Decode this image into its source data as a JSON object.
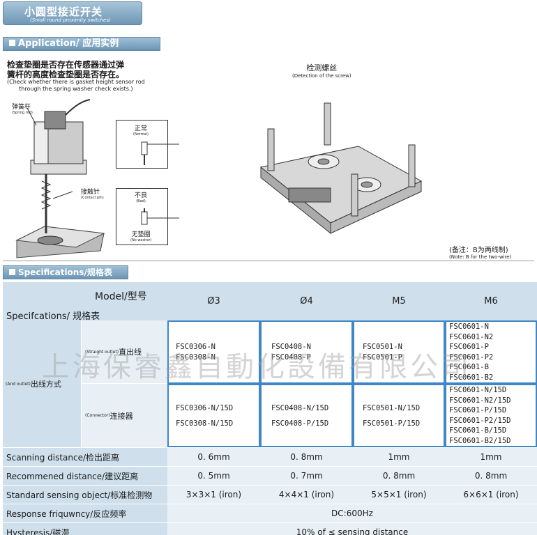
{
  "header": {
    "title_cn": "小圆型接近开关",
    "title_en": "(Small round proximity switches)"
  },
  "application": {
    "section_label": "Application/ 应用实例",
    "desc_cn_line1": "检查垫圈是否存在传感器通过弹",
    "desc_cn_line2": "簧杆的高度检查垫圈是否存在。",
    "desc_en_line1": "(Check whether there is gasket height sensor rod",
    "desc_en_line2": "through the spring washer check exists.)",
    "spring_rod_cn": "弹簧杆",
    "spring_rod_en": "(Spring rod)",
    "contact_pin_cn": "接触针",
    "contact_pin_en": "(Contact pin)",
    "normal_cn": "正常",
    "normal_en": "(Normal)",
    "bad_cn": "不良",
    "bad_en": "(Bad)",
    "no_washer_cn": "无垫圈",
    "no_washer_en": "(No washer)",
    "screw_cn": "检测螺丝",
    "screw_en": "(Detection of the screw)",
    "note_cn": "(备注：B为两线制)",
    "note_en": "(Note: B for the two-wire)"
  },
  "specs": {
    "section_label": "Specifications/规格表",
    "model_label": "Model/型号",
    "spec_label": "Specifcations/  规格表",
    "columns": [
      "Ø3",
      "Ø4",
      "M5",
      "M6"
    ],
    "outlet_label_en": "(And outlet)",
    "outlet_label_cn": "出线方式",
    "straight_en": "(Straight outlet)",
    "straight_cn": "直出线",
    "connector_en": "(Connector)",
    "connector_cn": "连接器",
    "straight_models": [
      [
        "FSC0306-N",
        "FSC0308-N"
      ],
      [
        "FSC0408-N",
        "FSC0408-P"
      ],
      [
        "FSC0501-N",
        "FSC0501-P"
      ],
      [
        "FSC0601-N",
        "FSC0601-N2",
        "FSC0601-P",
        "FSC0601-P2",
        "FSC0601-B",
        "FSC0601-B2"
      ]
    ],
    "connector_models": [
      [
        "FSC0306-N/15D",
        "FSC0308-N/15D"
      ],
      [
        "FSC0408-N/15D",
        "FSC0408-P/15D"
      ],
      [
        "FSC0501-N/15D",
        "FSC0501-P/15D"
      ],
      [
        "FSC0601-N/15D",
        "FSC0601-N2/15D",
        "FSC0601-P/15D",
        "FSC0601-P2/15D",
        "FSC0601-B/15D",
        "FSC0601-B2/15D"
      ]
    ],
    "rows": [
      {
        "label": "Scanning  distance/检出距离",
        "values": [
          "0. 6mm",
          "0. 8mm",
          "1mm",
          "1mm"
        ]
      },
      {
        "label": "Recommened distance/建议距离",
        "values": [
          "0. 5mm",
          "0. 7mm",
          "0. 8mm",
          "0. 8mm"
        ]
      },
      {
        "label": "Standard sensing object/标准检测物",
        "values": [
          "3×3×1 (iron)",
          "4×4×1 (iron)",
          "5×5×1 (iron)",
          "6×6×1 (iron)"
        ]
      },
      {
        "label": "Response friquwncy/反应频率",
        "span_value": "DC:600Hz"
      },
      {
        "label": "Hysteresis/磁滞",
        "span_value": "10% of ≤ sensing  distance"
      }
    ]
  },
  "watermark": "上海保睿鑫自動化設備有限公司",
  "colors": {
    "accent": "#3f86c6",
    "header_blue": "#cfe0ec",
    "tab_blue": "#6f97b6"
  }
}
